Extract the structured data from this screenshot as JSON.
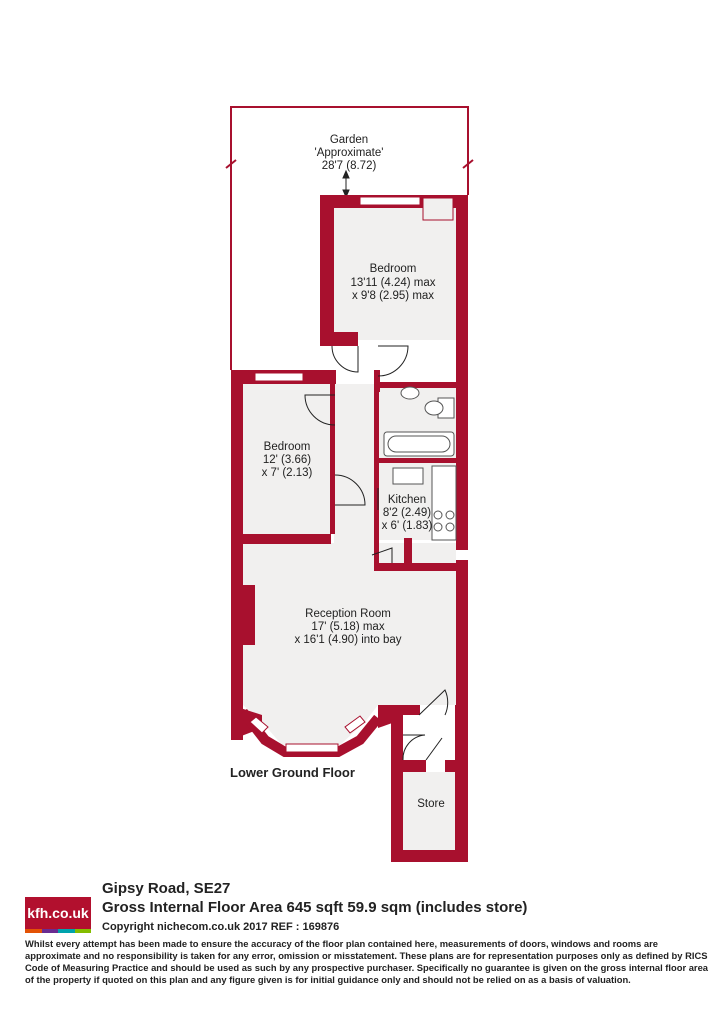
{
  "colors": {
    "wall": "#a8102e",
    "floor": "#f1f0ef",
    "text": "#222222"
  },
  "rooms": {
    "garden": {
      "name": "Garden",
      "note": "'Approximate'",
      "dims": "28'7 (8.72)"
    },
    "bedroom_1": {
      "name": "Bedroom",
      "dim1": "13'11 (4.24) max",
      "dim2": "x 9'8 (2.95) max"
    },
    "bedroom_2": {
      "name": "Bedroom",
      "dim1": "12' (3.66)",
      "dim2": "x 7' (2.13)"
    },
    "kitchen": {
      "name": "Kitchen",
      "dim1": "8'2 (2.49)",
      "dim2": "x 6' (1.83)"
    },
    "reception": {
      "name": "Reception Room",
      "dim1": "17' (5.18) max",
      "dim2": "x 16'1 (4.90) into bay"
    },
    "store": {
      "name": "Store"
    }
  },
  "floor_label": "Lower Ground Floor",
  "footer": {
    "logo_text": "kfh.co.uk",
    "logo_strip_colors": [
      "#e35205",
      "#6a2c91",
      "#00a3ad",
      "#84bd00"
    ],
    "address": "Gipsy Road, SE27",
    "area": "Gross Internal Floor Area 645 sqft 59.9 sqm (includes store)",
    "copyright": "Copyright nichecom.co.uk 2017 REF : 169876",
    "disclaimer": "Whilst every attempt has been made to ensure the accuracy of the floor plan contained here, measurements of doors, windows and rooms are approximate and no responsibility is taken for any error, omission or misstatement.  These plans are for representation purposes only as defined by RICS Code of Measuring Practice and should be used as such by any prospective purchaser.  Specifically no guarantee is given on the gross internal floor area of the property if quoted on this plan and any figure given is for initial guidance only and should not be relied on as a basis of valuation."
  }
}
